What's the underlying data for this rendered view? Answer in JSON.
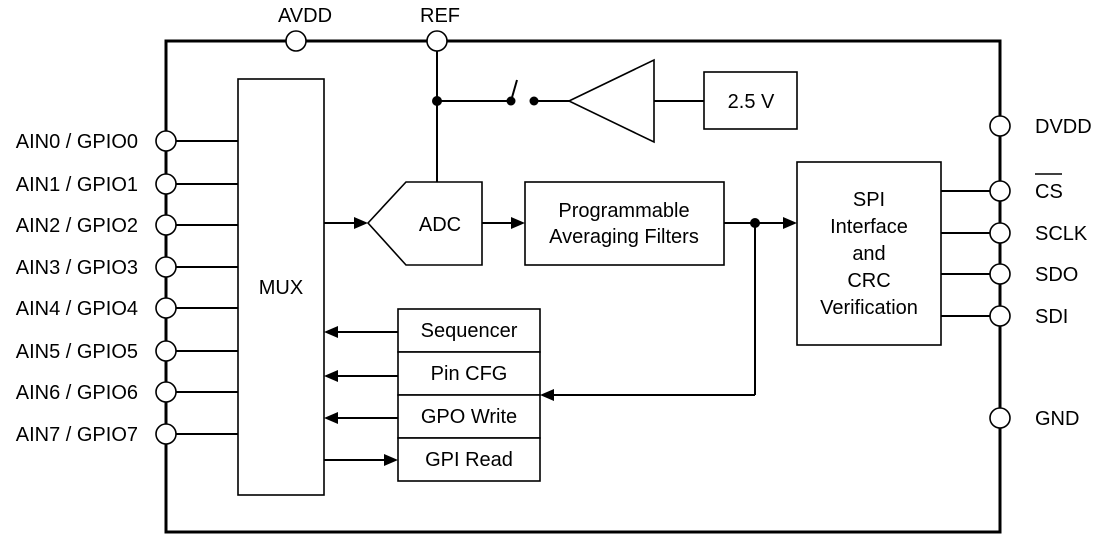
{
  "top_pins": {
    "avdd": "AVDD",
    "ref": "REF"
  },
  "left_pins": [
    "AIN0 / GPIO0",
    "AIN1 / GPIO1",
    "AIN2 / GPIO2",
    "AIN3 / GPIO3",
    "AIN4 / GPIO4",
    "AIN5 / GPIO5",
    "AIN6 / GPIO6",
    "AIN7 / GPIO7"
  ],
  "right_pins": {
    "dvdd": "DVDD",
    "cs": "CS",
    "sclk": "SCLK",
    "sdo": "SDO",
    "sdi": "SDI",
    "gnd": "GND"
  },
  "blocks": {
    "mux": "MUX",
    "adc": "ADC",
    "filters_line1": "Programmable",
    "filters_line2": "Averaging Filters",
    "spi_line1": "SPI",
    "spi_line2": "Interface",
    "spi_line3": "and",
    "spi_line4": "CRC",
    "spi_line5": "Verification",
    "vref": "2.5 V",
    "sequencer": "Sequencer",
    "pin_cfg": "Pin CFG",
    "gpo_write": "GPO Write",
    "gpi_read": "GPI Read"
  }
}
